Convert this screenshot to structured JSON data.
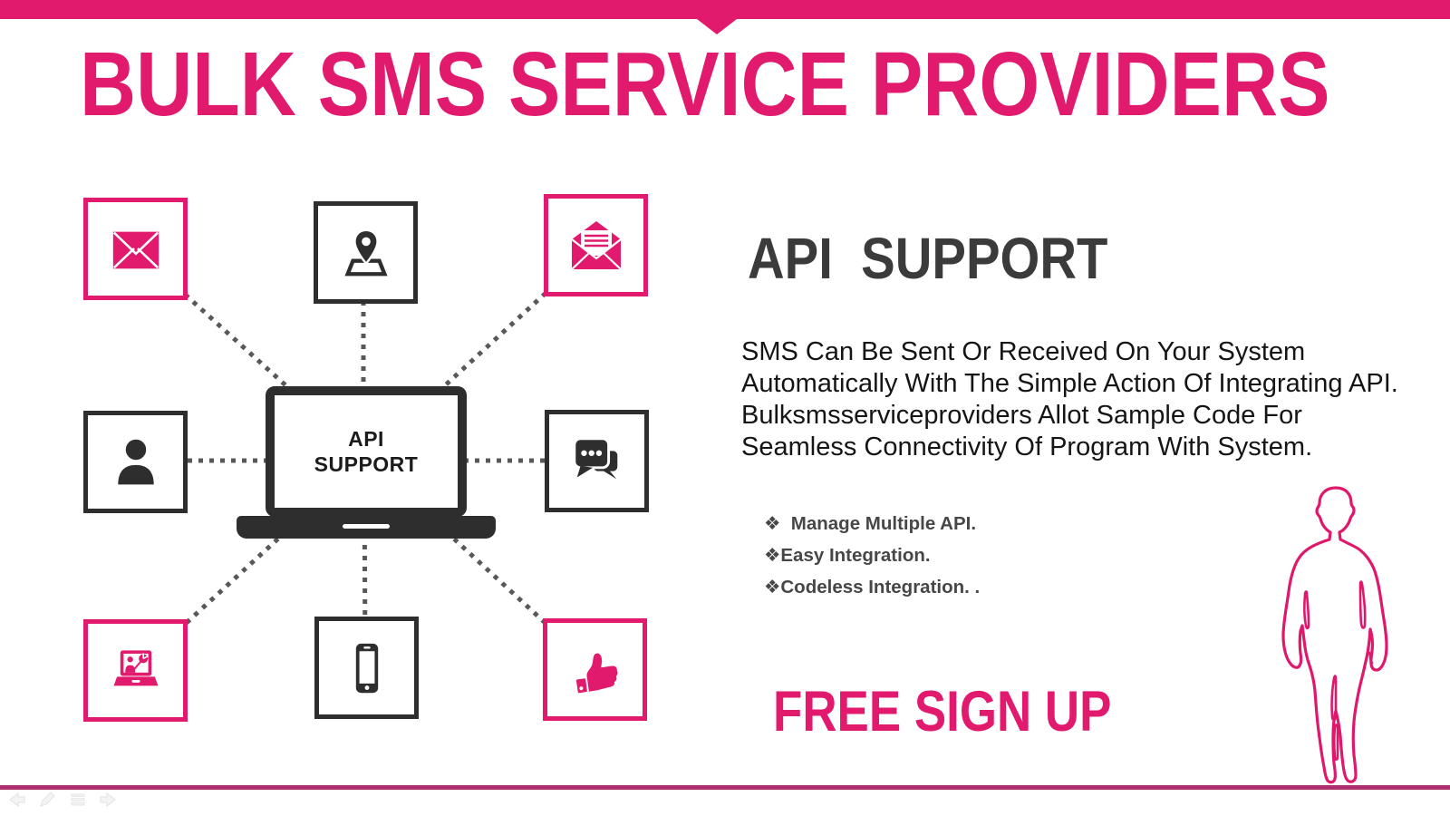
{
  "title": "BULK SMS SERVICE PROVIDERS",
  "colors": {
    "pink": "#E21A6E",
    "dark": "#2E2E2E",
    "bottom_line": "#AD2F6D",
    "heading_gray": "#3B3B3B",
    "connector_gray": "#585858"
  },
  "diagram": {
    "center_label": "API\nSUPPORT",
    "boxes": [
      {
        "icon": "closed-envelope-icon",
        "accent": "pink"
      },
      {
        "icon": "map-location-pin-icon",
        "accent": "dark"
      },
      {
        "icon": "open-envelope-letter-icon",
        "accent": "pink"
      },
      {
        "icon": "user-icon",
        "accent": "dark"
      },
      {
        "icon": "chat-bubbles-icon",
        "accent": "dark"
      },
      {
        "icon": "presentation-laptop-icon",
        "accent": "pink"
      },
      {
        "icon": "smartphone-icon",
        "accent": "dark"
      },
      {
        "icon": "thumbs-up-icon",
        "accent": "pink"
      }
    ]
  },
  "content": {
    "heading": "API  SUPPORT",
    "paragraph": "SMS Can Be Sent Or Received On Your System\nAutomatically With The Simple Action Of Integrating API.\nBulksmsserviceproviders Allot Sample Code For\nSeamless Connectivity Of Program With System.",
    "bullets": [
      "❖  Manage Multiple API.",
      "❖Easy Integration.",
      "❖Codeless Integration. ."
    ],
    "cta": "FREE SIGN UP"
  },
  "decor": {
    "figure": "walking-man-outline"
  },
  "slideshow_controls": [
    {
      "icon": "previous-slide-arrow-icon",
      "label": "previous slide"
    },
    {
      "icon": "pen-tool-icon",
      "label": "pen"
    },
    {
      "icon": "slide-menu-icon",
      "label": "slide menu"
    },
    {
      "icon": "next-slide-arrow-icon",
      "label": "next slide"
    }
  ]
}
